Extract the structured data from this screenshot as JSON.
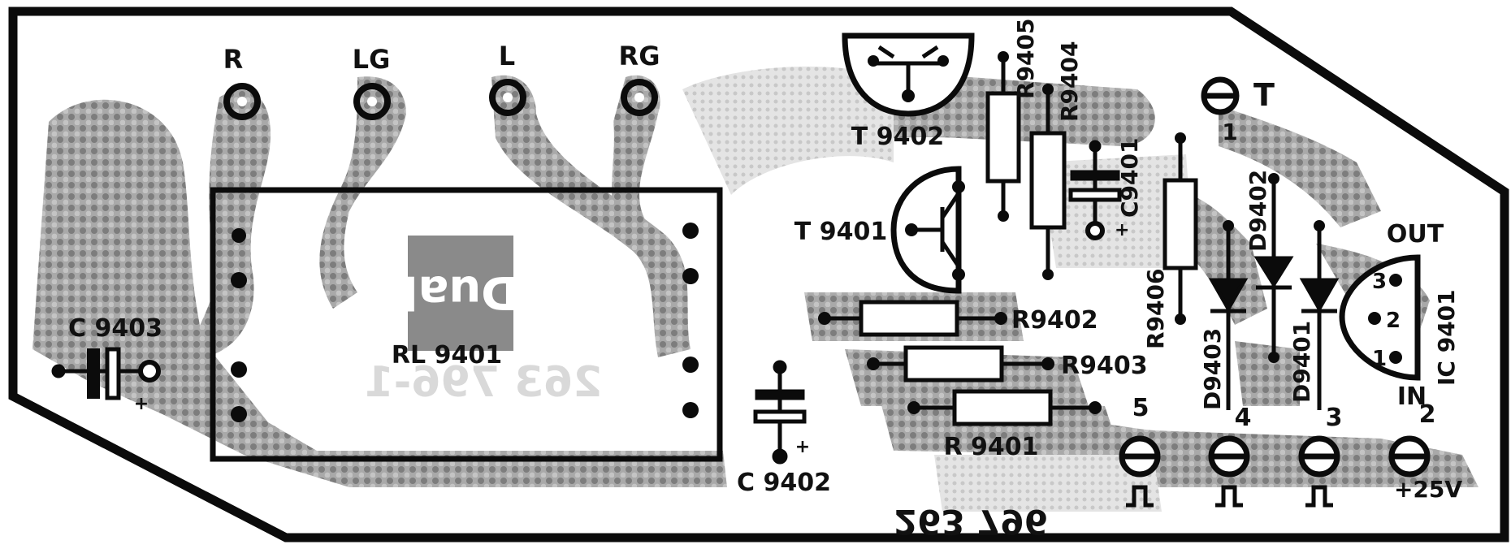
{
  "colors": {
    "outline": "#0b0b0b",
    "copper": "#9c9c9c",
    "board": "#ffffff",
    "ink": "#111111"
  },
  "pads": {
    "r": "R",
    "lg": "LG",
    "l": "L",
    "rg": "RG",
    "t": "T"
  },
  "parts": {
    "c9403": "C 9403",
    "rl9401": "RL 9401",
    "c9402": "C 9402",
    "t9402": "T 9402",
    "t9401": "T 9401",
    "r9405": "R9405",
    "r9404": "R9404",
    "c9401": "C9401",
    "r9402": "R9402",
    "r9403": "R9403",
    "r9401": "R 9401",
    "r9406": "R9406",
    "d9402": "D9402",
    "d9403": "D9403",
    "d9401": "D9401",
    "ic9401": "IC 9401",
    "out": "OUT",
    "in": "IN"
  },
  "pins": {
    "p1": "1",
    "p2": "2",
    "p3": "3",
    "p4": "4",
    "p5": "5",
    "ic1": "1",
    "ic2": "2",
    "ic3": "3"
  },
  "marks": {
    "plus": "+",
    "v25": "+25V",
    "dual": "Dual",
    "partno_mirror": "263 796-1",
    "board_mirror": "263 796"
  }
}
